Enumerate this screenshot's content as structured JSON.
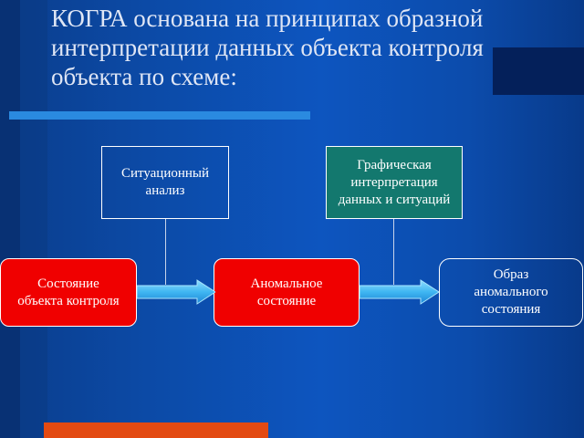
{
  "title": "КОГРА основана на принципах образной интерпретации данных объекта контроля объекта по схеме:",
  "boxes": {
    "situational_analysis": "Ситуационный анализ",
    "graphical_interpretation": "Графическая интерпретация данных и ситуаций",
    "object_state": "Состояние объекта контроля",
    "anomalous_state": "Аномальное состояние",
    "anomalous_state_image": "Образ аномального состояния"
  },
  "colors": {
    "background": "#0c4aa6",
    "red_box": "#f00000",
    "teal_box": "#13786e",
    "arrow": "#3fb6f2",
    "accent_bottom": "#e34a12"
  }
}
